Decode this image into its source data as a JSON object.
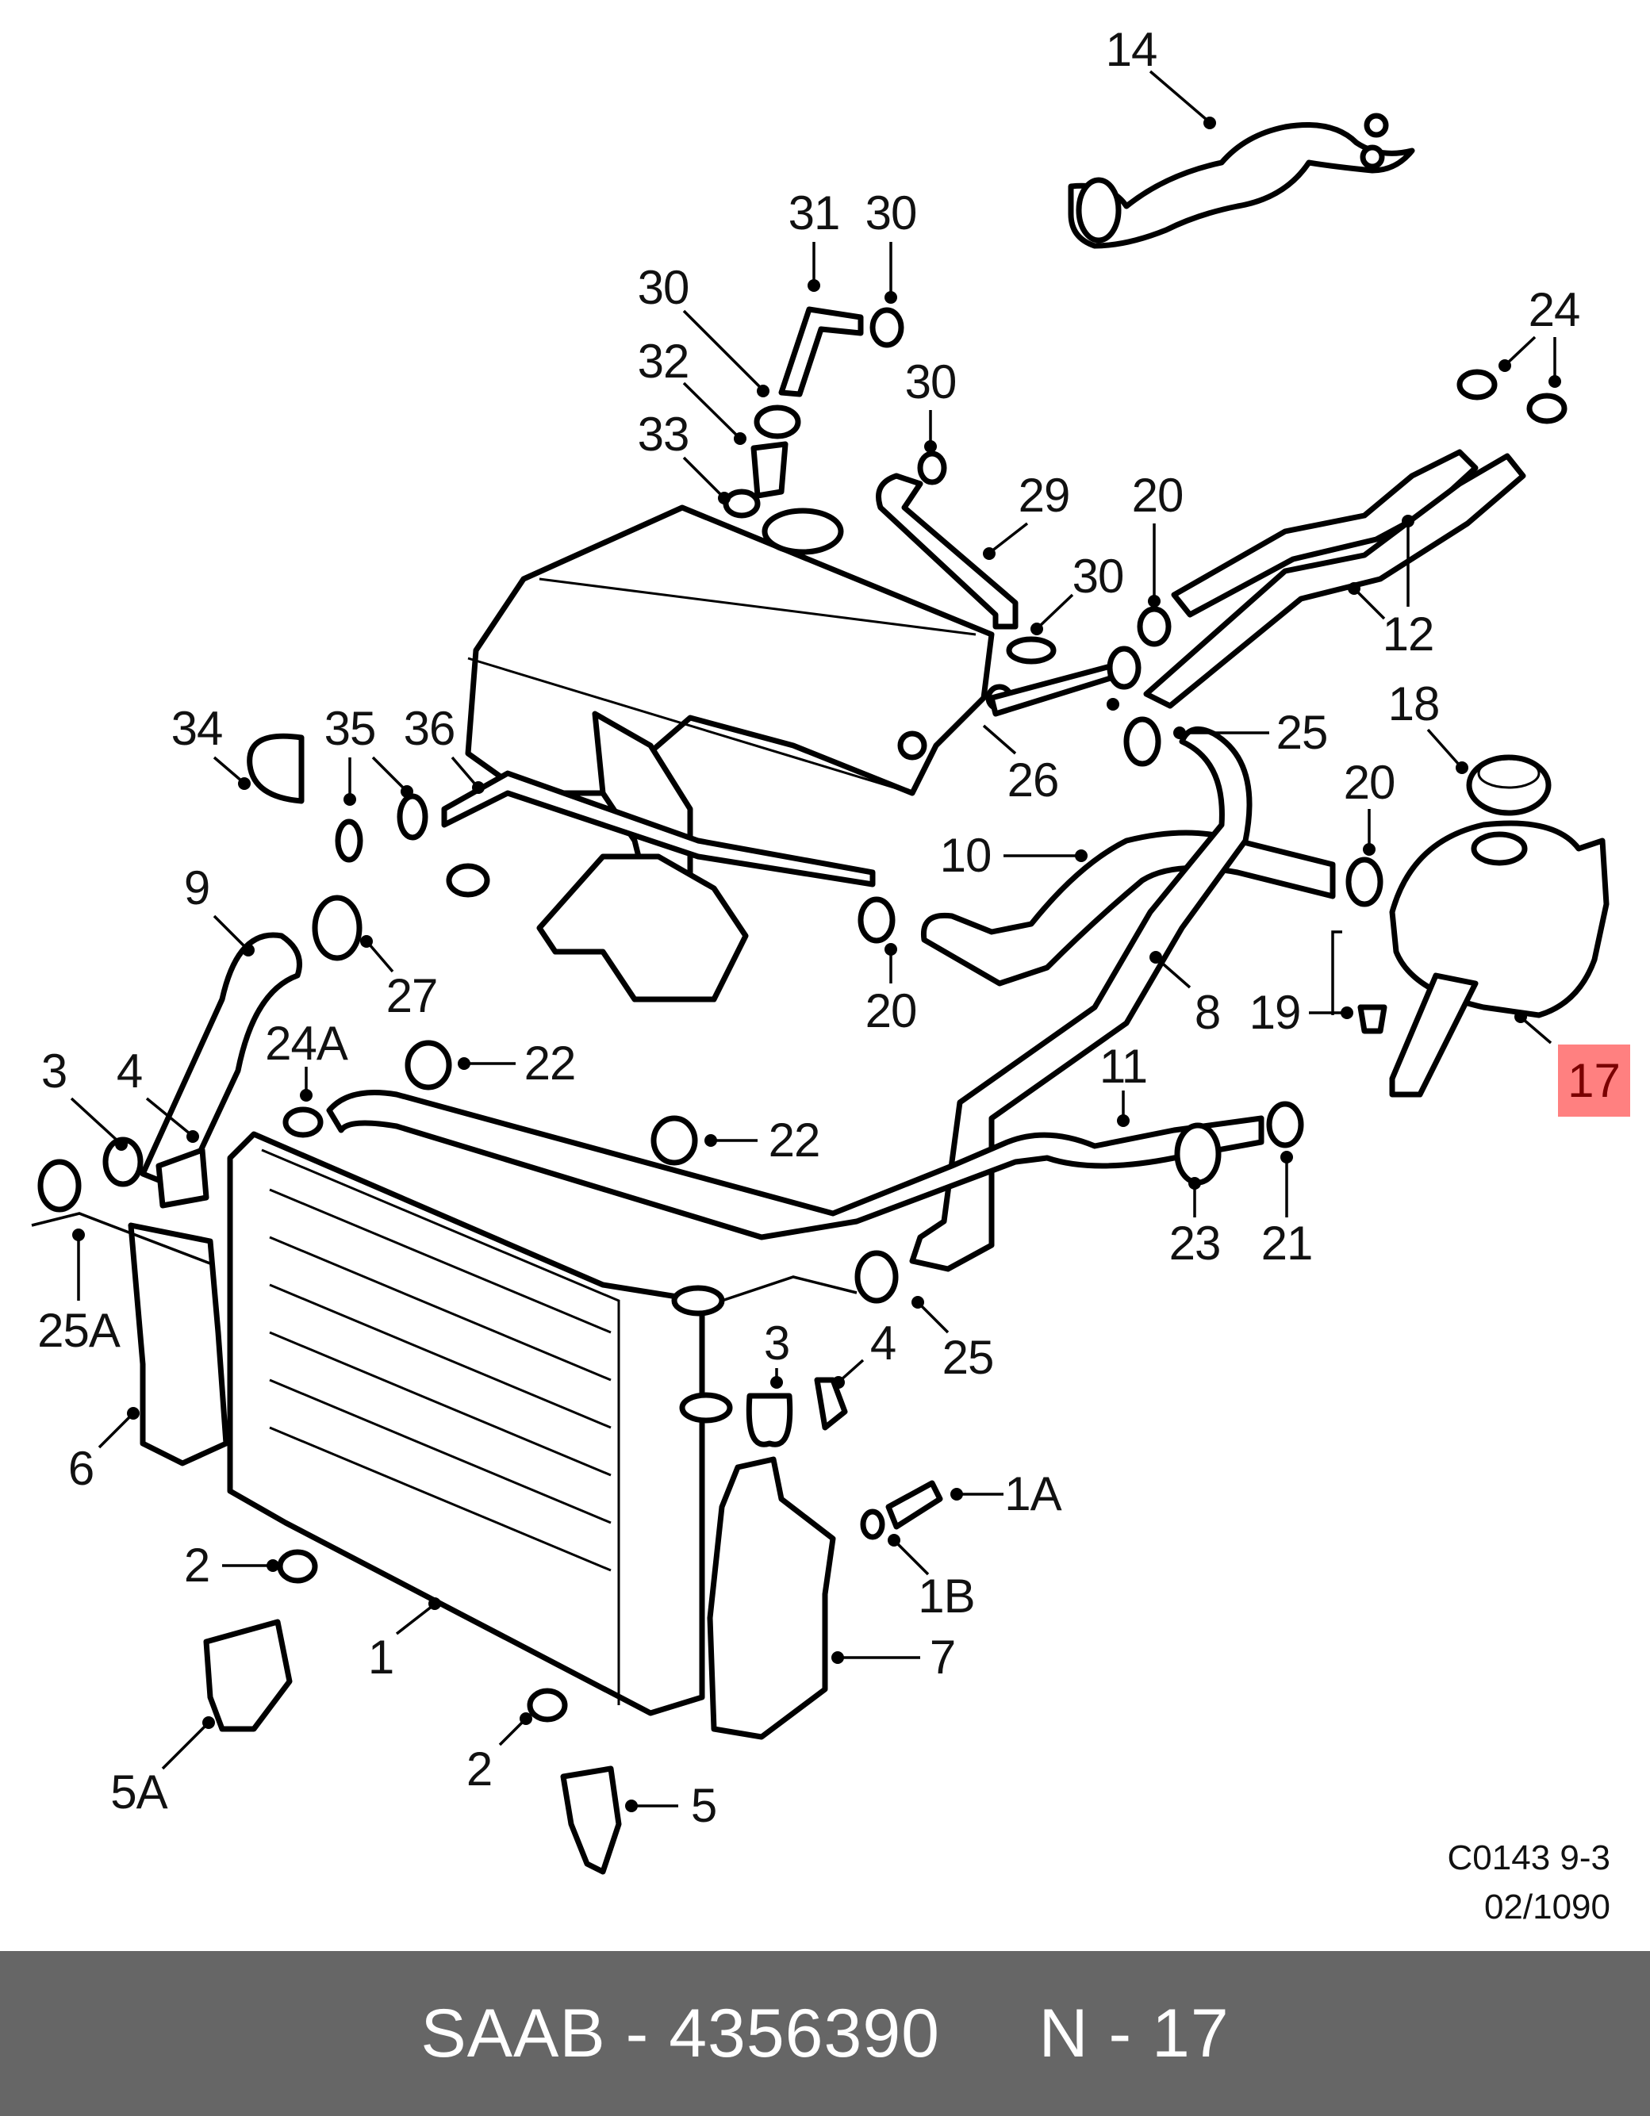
{
  "diagram": {
    "title": "Cooling system exploded view",
    "callouts": [
      {
        "id": "c14",
        "text": "14"
      },
      {
        "id": "c31",
        "text": "31"
      },
      {
        "id": "c30a",
        "text": "30"
      },
      {
        "id": "c30b",
        "text": "30"
      },
      {
        "id": "c32",
        "text": "32"
      },
      {
        "id": "c33",
        "text": "33"
      },
      {
        "id": "c30c",
        "text": "30"
      },
      {
        "id": "c29",
        "text": "29"
      },
      {
        "id": "c20a",
        "text": "20"
      },
      {
        "id": "c30d",
        "text": "30"
      },
      {
        "id": "c24",
        "text": "24"
      },
      {
        "id": "c12",
        "text": "12"
      },
      {
        "id": "c18",
        "text": "18"
      },
      {
        "id": "c25a",
        "text": "25"
      },
      {
        "id": "c26",
        "text": "26"
      },
      {
        "id": "c34",
        "text": "34"
      },
      {
        "id": "c35",
        "text": "35"
      },
      {
        "id": "c36",
        "text": "36"
      },
      {
        "id": "c9",
        "text": "9"
      },
      {
        "id": "c27",
        "text": "27"
      },
      {
        "id": "c10",
        "text": "10"
      },
      {
        "id": "c20b",
        "text": "20"
      },
      {
        "id": "c20c",
        "text": "20"
      },
      {
        "id": "c8",
        "text": "8"
      },
      {
        "id": "c19",
        "text": "19"
      },
      {
        "id": "c24A",
        "text": "24A"
      },
      {
        "id": "c22a",
        "text": "22"
      },
      {
        "id": "c22b",
        "text": "22"
      },
      {
        "id": "c3a",
        "text": "3"
      },
      {
        "id": "c4a",
        "text": "4"
      },
      {
        "id": "c11",
        "text": "11"
      },
      {
        "id": "c23",
        "text": "23"
      },
      {
        "id": "c21",
        "text": "21"
      },
      {
        "id": "c25A",
        "text": "25A"
      },
      {
        "id": "c25b",
        "text": "25"
      },
      {
        "id": "c3b",
        "text": "3"
      },
      {
        "id": "c4b",
        "text": "4"
      },
      {
        "id": "c6",
        "text": "6"
      },
      {
        "id": "c1A",
        "text": "1A"
      },
      {
        "id": "c1B",
        "text": "1B"
      },
      {
        "id": "c2a",
        "text": "2"
      },
      {
        "id": "c1",
        "text": "1"
      },
      {
        "id": "c7",
        "text": "7"
      },
      {
        "id": "c5A",
        "text": "5A"
      },
      {
        "id": "c2b",
        "text": "2"
      },
      {
        "id": "c5",
        "text": "5"
      }
    ],
    "highlighted_callout": "17",
    "highlight_color": "#ff8080",
    "highlight_text_color": "#7a0000",
    "drawing_code": "C0143 9-3",
    "drawing_ref": "02/1090"
  },
  "banner": {
    "text": "SAAB - 4356390     N - 17",
    "background": "#666666"
  }
}
